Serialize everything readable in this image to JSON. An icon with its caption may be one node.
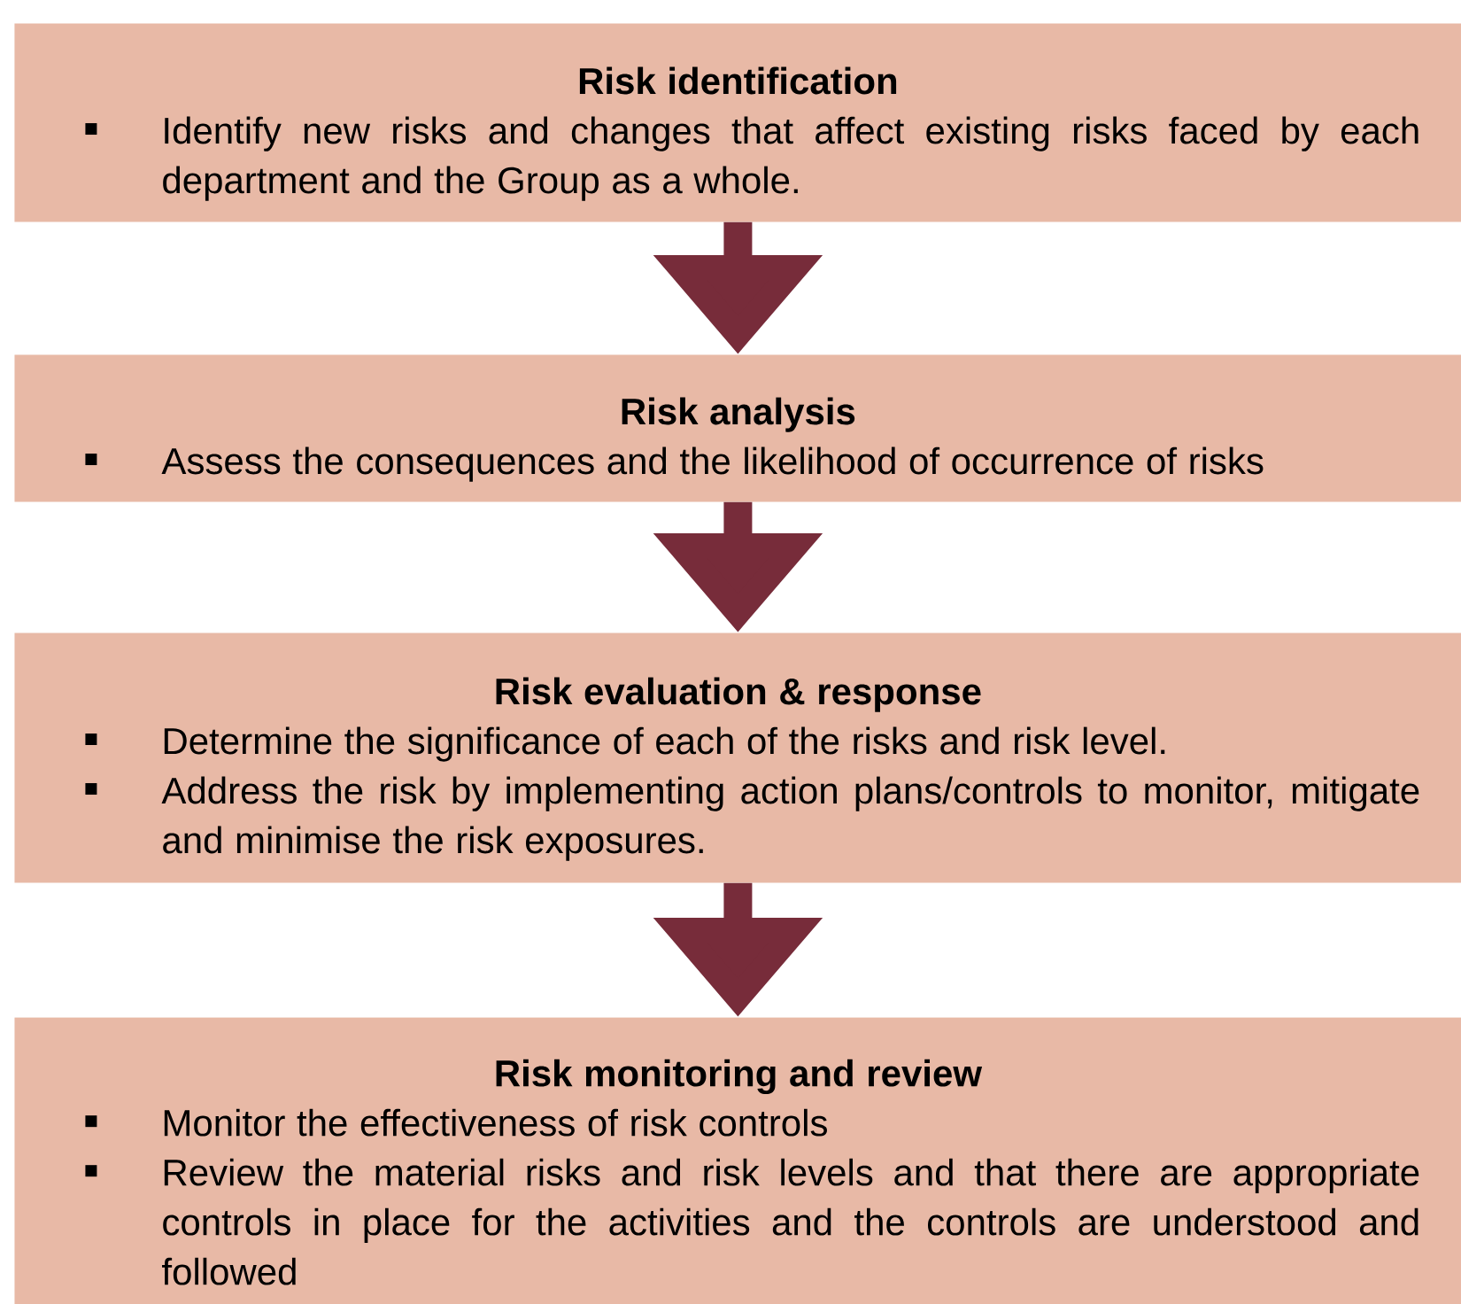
{
  "diagram": {
    "nodes": [
      {
        "text": [
          "Risk identification",
          "Identify new risks and changes that affect existing risks faced by each department and the Group as a whole."
        ]
      },
      {
        "text": [
          "Risk analysis",
          "Assess the consequences and the likelihood of occurrence of risks"
        ]
      },
      {
        "text": [
          "Risk evaluation & response",
          "Determine the significance of each of the risks and risk level.",
          "Address the risk by implementing action plans/controls to monitor, mitigate and minimise the risk exposures."
        ]
      },
      {
        "text": [
          "Risk monitoring and review",
          "Monitor the effectiveness of risk controls",
          "Review the material risks and risk levels and that there are appropriate controls in place for the activities and the controls are understood and followed"
        ]
      }
    ],
    "edges": [
      {
        "from": 0,
        "to": 1,
        "arrow": "to"
      },
      {
        "from": 1,
        "to": 2,
        "arrow": "to"
      },
      {
        "from": 2,
        "to": 3,
        "arrow": "to"
      }
    ]
  }
}
